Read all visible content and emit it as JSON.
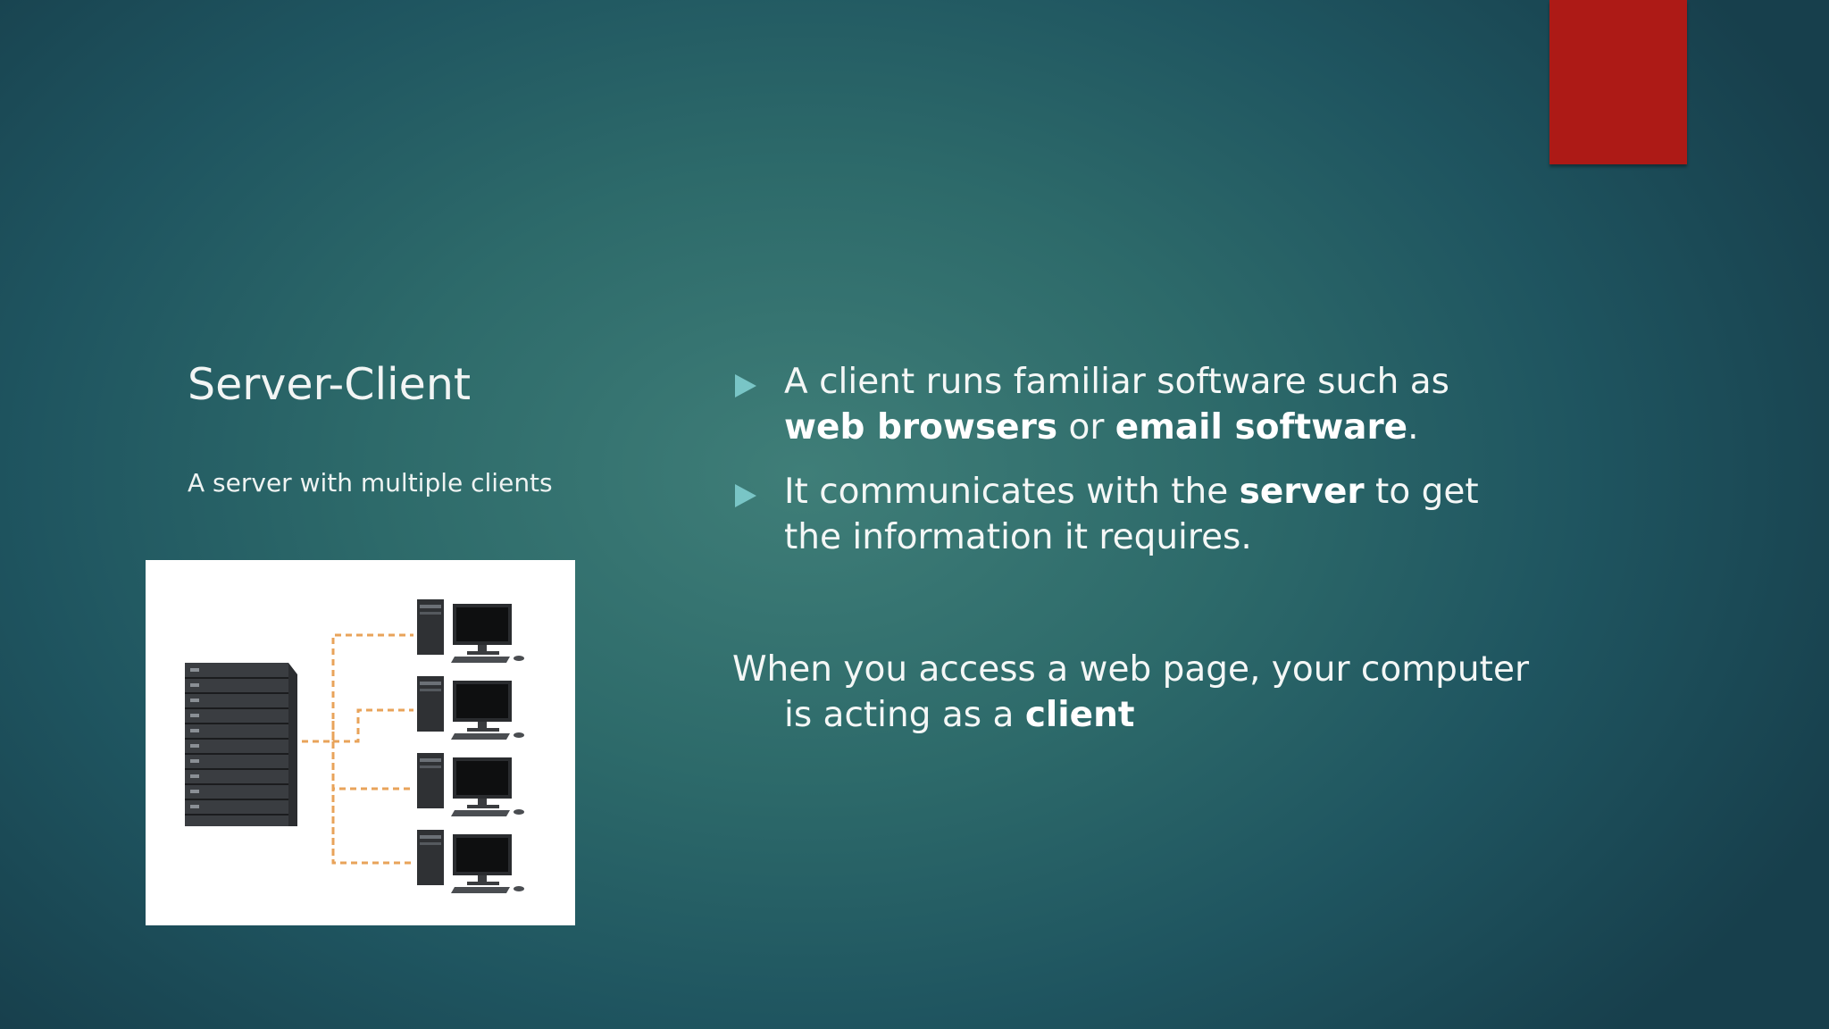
{
  "slide": {
    "title": "Server-Client",
    "caption": "A server with multiple clients",
    "bullets": [
      {
        "parts": [
          {
            "text": "A client runs familiar software such as ",
            "bold": false
          },
          {
            "text": "web browsers",
            "bold": true
          },
          {
            "text": " or ",
            "bold": false
          },
          {
            "text": "email software",
            "bold": true
          },
          {
            "text": ".",
            "bold": false
          }
        ]
      },
      {
        "parts": [
          {
            "text": "It communicates with the ",
            "bold": false
          },
          {
            "text": "server",
            "bold": true
          },
          {
            "text": " to get the information it requires.",
            "bold": false
          }
        ]
      }
    ],
    "note": {
      "parts": [
        {
          "text": "When you access a web page, your computer is acting as a ",
          "bold": false
        },
        {
          "text": "client",
          "bold": true
        }
      ]
    }
  },
  "diagram": {
    "server_icon": "server-rack-icon",
    "client_icon": "desktop-computer-icon",
    "client_count": 4,
    "connection_color": "#e8a35a"
  },
  "colors": {
    "accent": "#ad1a16",
    "bullet": "#79c5c6",
    "background": "#2d6a6a"
  }
}
